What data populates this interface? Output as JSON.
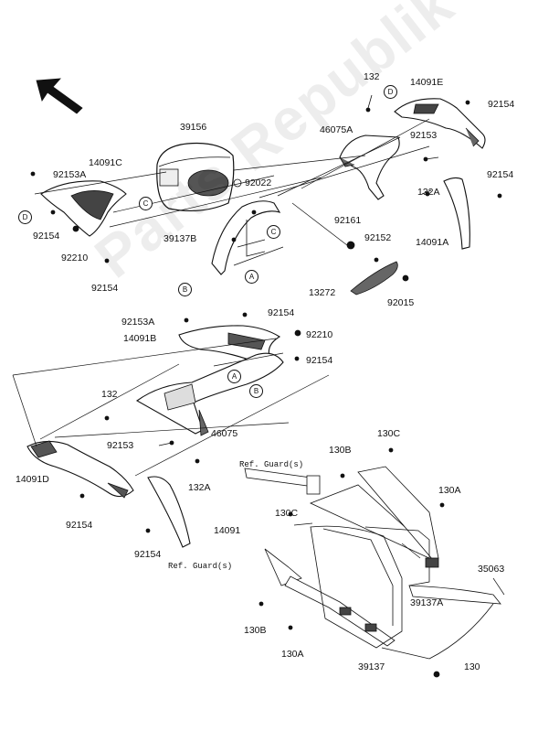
{
  "watermark": "Parts Republik",
  "labels": {
    "p132_top": "132",
    "p14091E": "14091E",
    "p92154_tr": "92154",
    "p39156": "39156",
    "p46075A": "46075A",
    "p92153_top": "92153",
    "p92153A_l": "92153A",
    "p14091C": "14091C",
    "p92022": "92022",
    "p92154_r": "92154",
    "p132A_top": "132A",
    "p92154_l": "92154",
    "p92161": "92161",
    "p39137B": "39137B",
    "p92152": "92152",
    "p14091A": "14091A",
    "p92210_l": "92210",
    "p92154_l2": "92154",
    "p13272": "13272",
    "p92015": "92015",
    "p92154_mid": "92154",
    "p92153A_m": "92153A",
    "p14091B": "14091B",
    "p92210_m": "92210",
    "p92154_m2": "92154",
    "p132_m": "132",
    "p92153_m": "92153",
    "p46075": "46075",
    "p130C_top": "130C",
    "p132A_m": "132A",
    "p130B_top": "130B",
    "p14091D": "14091D",
    "p130A_r": "130A",
    "p92154_bl": "92154",
    "p130C_m": "130C",
    "p14091": "14091",
    "p92154_bl2": "92154",
    "p35063": "35063",
    "p39137A": "39137A",
    "p130B_b": "130B",
    "p130A_b": "130A",
    "p39137": "39137",
    "p130_b": "130"
  },
  "refs": {
    "guard_top": "Ref. Guard(s)",
    "guard_bottom": "Ref. Guard(s)"
  },
  "callouts": {
    "A": "A",
    "B": "B",
    "C": "C",
    "D": "D"
  }
}
